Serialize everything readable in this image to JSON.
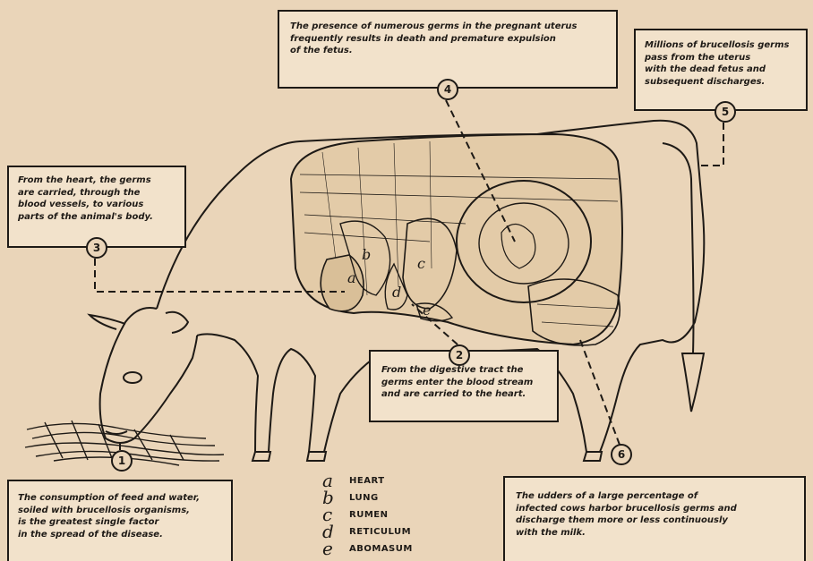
{
  "callouts": {
    "c1": {
      "number": "1",
      "lines": [
        "The consumption of feed and water,",
        "soiled with brucellosis organisms,",
        "is the greatest single factor",
        "in the spread of the disease."
      ]
    },
    "c2": {
      "number": "2",
      "lines": [
        "From the digestive tract the",
        "germs enter the blood stream",
        "and are carried to the heart."
      ]
    },
    "c3": {
      "number": "3",
      "lines": [
        "From the heart, the germs",
        "are carried, through the",
        "blood vessels, to various",
        "parts of the animal's body."
      ]
    },
    "c4": {
      "number": "4",
      "lines": [
        "The presence of numerous germs in the pregnant uterus",
        "frequently results in death and premature expulsion",
        "of the fetus."
      ]
    },
    "c5": {
      "number": "5",
      "lines": [
        "Millions of brucellosis germs",
        "pass from the uterus",
        "with the dead fetus and",
        "subsequent discharges."
      ]
    },
    "c6": {
      "number": "6",
      "lines": [
        "The udders of a large percentage of",
        "infected cows harbor brucellosis germs and",
        "discharge them more or less continuously",
        "with the milk."
      ]
    }
  },
  "organ_labels": {
    "a": "a",
    "b": "b",
    "c": "c",
    "d": "d",
    "e": "e"
  },
  "legend": [
    {
      "letter": "a",
      "label": "HEART"
    },
    {
      "letter": "b",
      "label": "LUNG"
    },
    {
      "letter": "c",
      "label": "RUMEN"
    },
    {
      "letter": "d",
      "label": "RETICULUM"
    },
    {
      "letter": "e",
      "label": "ABOMASUM"
    }
  ],
  "colors": {
    "paper": "#ead5b9",
    "ink": "#1e1a16"
  }
}
